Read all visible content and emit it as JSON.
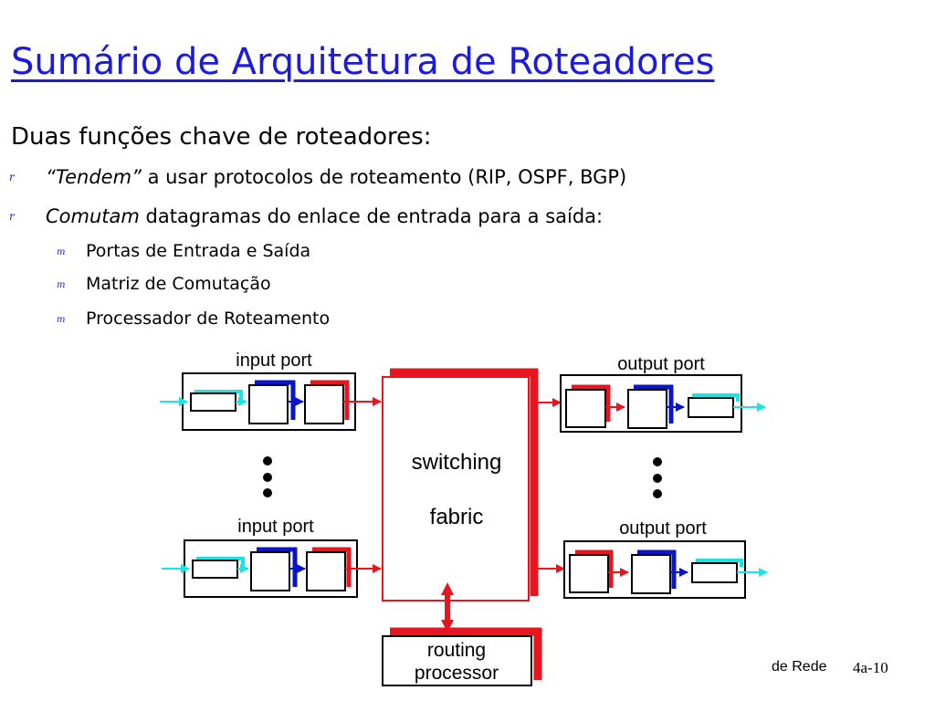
{
  "slide": {
    "title": "Sumário de Arquitetura de Roteadores",
    "lead": "Duas funções chave de roteadores:",
    "bullet_marker": "r",
    "sub_bullet_marker": "m",
    "bullets": [
      {
        "emph": "“Tendem”",
        "text": " a usar protocolos de roteamento (RIP, OSPF, BGP)"
      },
      {
        "emph": "Comutam",
        "text": " datagramas do enlace de entrada para a saída:"
      }
    ],
    "sub_bullets": [
      "Portas de Entrada e Saída",
      "Matriz de Comutação",
      "Processador de Roteamento"
    ]
  },
  "diagram": {
    "input_port_label": "input port",
    "output_port_label": "output port",
    "fabric_label_line1": "switching",
    "fabric_label_line2": "fabric",
    "processor_label_line1": "routing",
    "processor_label_line2": "processor",
    "colors": {
      "red": "#e8141e",
      "blue": "#0a14c8",
      "cyan": "#14e6e6",
      "title_blue": "#1a1ae0"
    }
  },
  "footer": {
    "course": "de Rede",
    "page": "4a-10"
  }
}
